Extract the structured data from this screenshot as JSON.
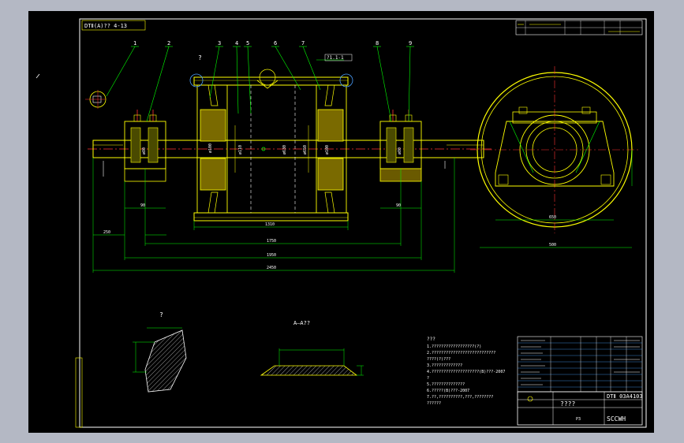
{
  "colors": {
    "background": "#000000",
    "frame": "#ffffff",
    "part": "#ffff00",
    "dimension": "#00ff00",
    "centerline": "#ff3333",
    "leader": "#00ff00",
    "text_white": "#ffffff",
    "text_yellow": "#ffff00",
    "blue_text": "#4aa0ff"
  },
  "drawing": {
    "corner_label": "DTⅡ(A)?? 4-13",
    "note_callout": "?",
    "section_title": "A—A??",
    "detail_title": "?",
    "part_balloons": [
      "1",
      "2",
      "3",
      "4",
      "5",
      "6",
      "7",
      "8",
      "9"
    ],
    "flag_label": "?1.1-1",
    "dim_bottom": [
      "90",
      "90",
      "1310",
      "1750",
      "1950",
      "2450",
      "250"
    ],
    "dim_small": [
      "1",
      "1",
      "1"
    ],
    "side_dims": [
      "650",
      "500"
    ]
  },
  "notes": {
    "header": "???",
    "lines": [
      "1.??????????????????(?)",
      "2.???????????????????????????",
      "  ????(?)???",
      "3.?????????????",
      "4.????????????????????(B)???-2007",
      "  ?",
      "5.??????????????",
      "6.?????(B)???-2007",
      "7.??,??????????,???,????????",
      "  ??????"
    ]
  },
  "title_block": {
    "main_title": "????",
    "drawing_no": "DTⅡ 03A4103",
    "company": "SCCWH",
    "sheet_label": "P3"
  },
  "top_strip": {
    "cells": [
      "",
      "",
      "",
      "",
      "",
      "",
      "",
      "",
      ""
    ]
  }
}
